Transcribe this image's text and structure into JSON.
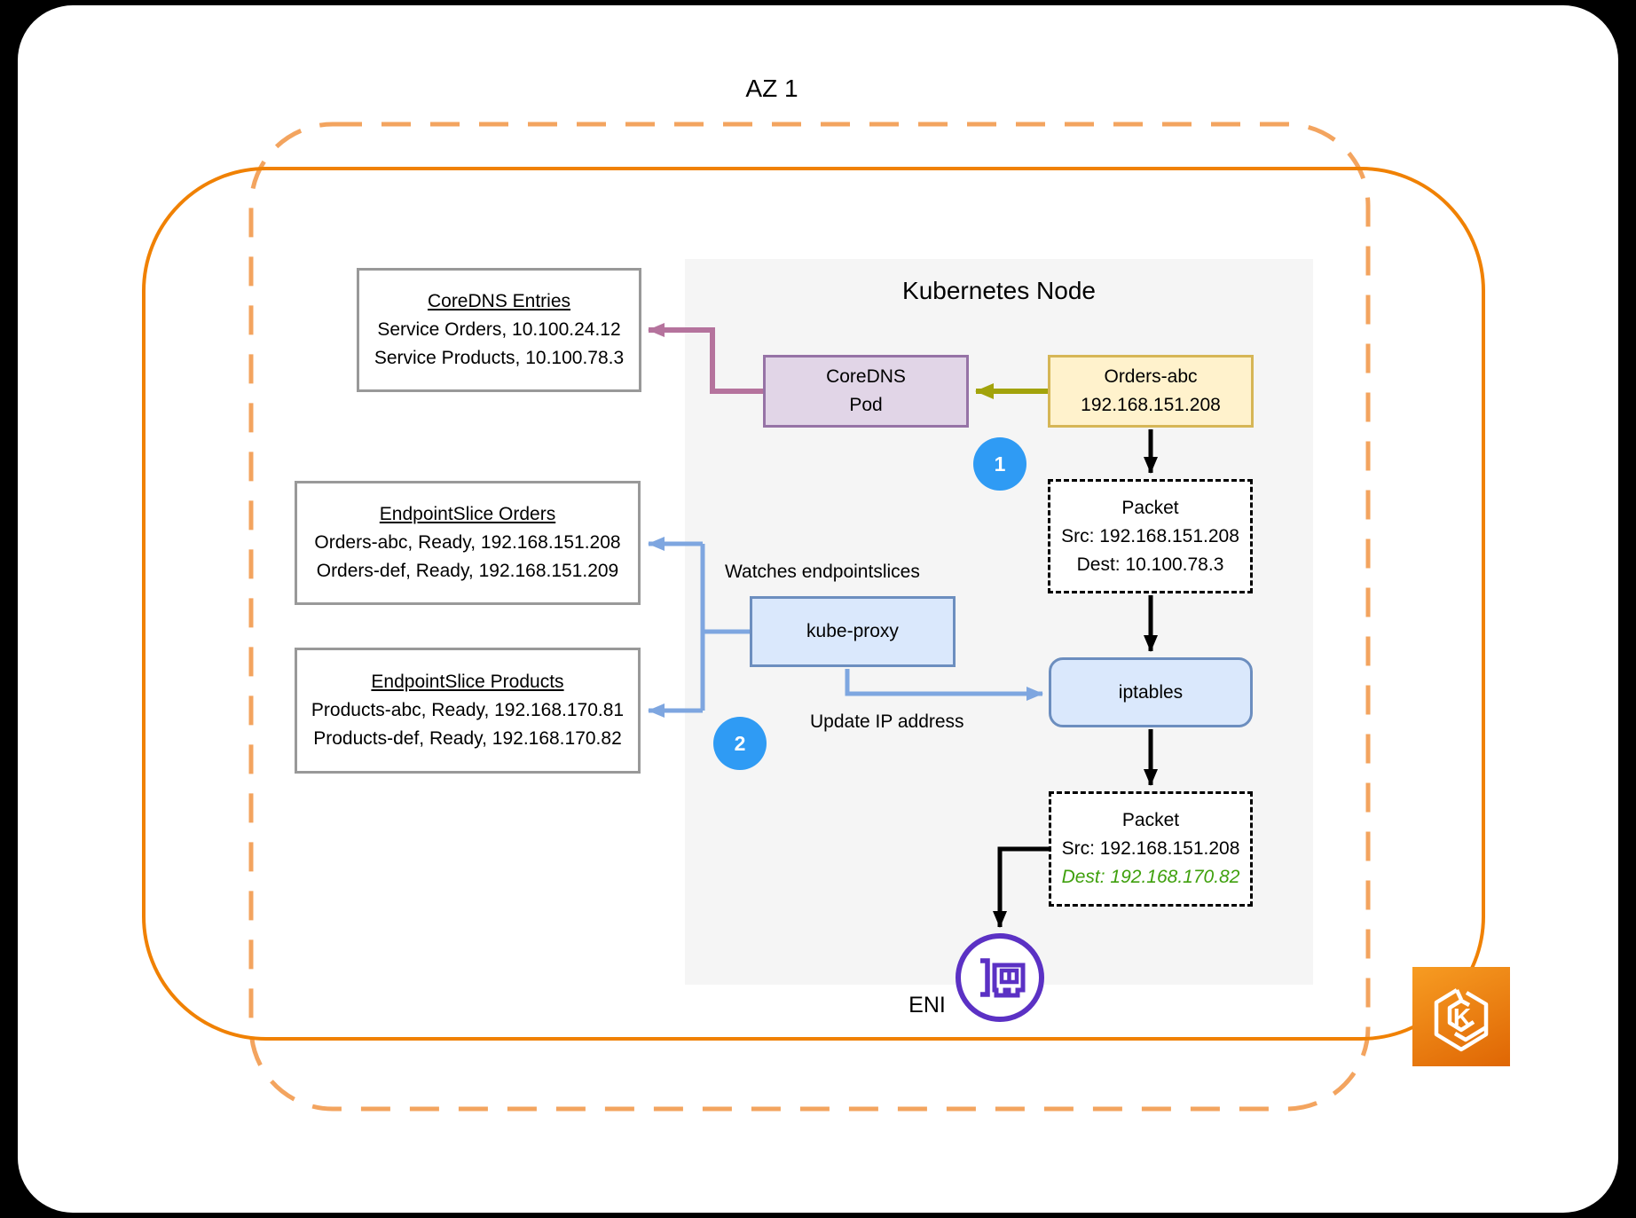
{
  "page": {
    "az_label": "AZ 1",
    "node_title": "Kubernetes Node",
    "badges": {
      "one": "1",
      "two": "2"
    },
    "labels": {
      "watches": "Watches endpointslices",
      "update_ip": "Update IP address",
      "eni": "ENI",
      "eks_letter": "K"
    }
  },
  "boxes": {
    "coredns_entries": {
      "title": "CoreDNS Entries",
      "lines": [
        "Service Orders, 10.100.24.12",
        "Service Products, 10.100.78.3"
      ]
    },
    "endpointslice_orders": {
      "title": "EndpointSlice Orders",
      "lines": [
        "Orders-abc, Ready, 192.168.151.208",
        "Orders-def, Ready, 192.168.151.209"
      ]
    },
    "endpointslice_products": {
      "title": "EndpointSlice Products",
      "lines": [
        "Products-abc, Ready, 192.168.170.81",
        "Products-def, Ready, 192.168.170.82"
      ]
    },
    "coredns_pod": {
      "line1": "CoreDNS",
      "line2": "Pod"
    },
    "orders_abc": {
      "line1": "Orders-abc",
      "line2": "192.168.151.208"
    },
    "packet1": {
      "title": "Packet",
      "src": "Src: 192.168.151.208",
      "dest": "Dest: 10.100.78.3"
    },
    "iptables": {
      "label": "iptables"
    },
    "packet2": {
      "title": "Packet",
      "src": "Src: 192.168.151.208",
      "dest": "Dest: 192.168.170.82"
    },
    "kube_proxy": {
      "label": "kube-proxy"
    }
  },
  "colors": {
    "az_dashed_border": "#F3A45F",
    "vpc_solid_border": "#F08103",
    "node_panel_bg": "#F5F5F5",
    "gray_border": "#999999",
    "purple_fill": "#E1D5E7",
    "purple_border": "#9673A6",
    "yellow_fill": "#FFF2CC",
    "yellow_border": "#D6B656",
    "blue_fill": "#DAE8FC",
    "blue_border": "#6C8EBF",
    "arrow_blue": "#7EA6E0",
    "arrow_pink": "#B5739D",
    "arrow_olive": "#A2A30B",
    "arrow_black": "#000000",
    "badge_blue": "#2F9BF4",
    "green_dest_text": "#3FA00D",
    "eni_purple": "#5B31C4",
    "eks_orange_top": "#F79C22",
    "eks_orange_bottom": "#DF6604"
  }
}
